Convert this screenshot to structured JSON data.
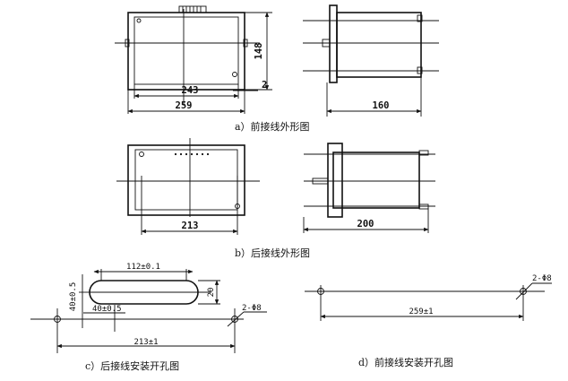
{
  "captions": {
    "a": "a）前接线外形图",
    "b": "b）后接线外形图",
    "c": "c）后接线安装开孔图",
    "d": "d）前接线安装开孔图"
  },
  "dimensions": {
    "a_height": "148",
    "a_inner_width": "243",
    "a_gap": "2",
    "a_outer_width": "259",
    "a_depth": "160",
    "b_inner_width": "213",
    "b_depth": "200",
    "c_slot_length": "112±0.1",
    "c_slot_height": "20",
    "c_vertical": "40±0.5",
    "c_horizontal": "40±0.5",
    "c_holes": "2-Φ8",
    "c_span": "213±1",
    "d_holes": "2-Φ8",
    "d_span": "259±1"
  }
}
